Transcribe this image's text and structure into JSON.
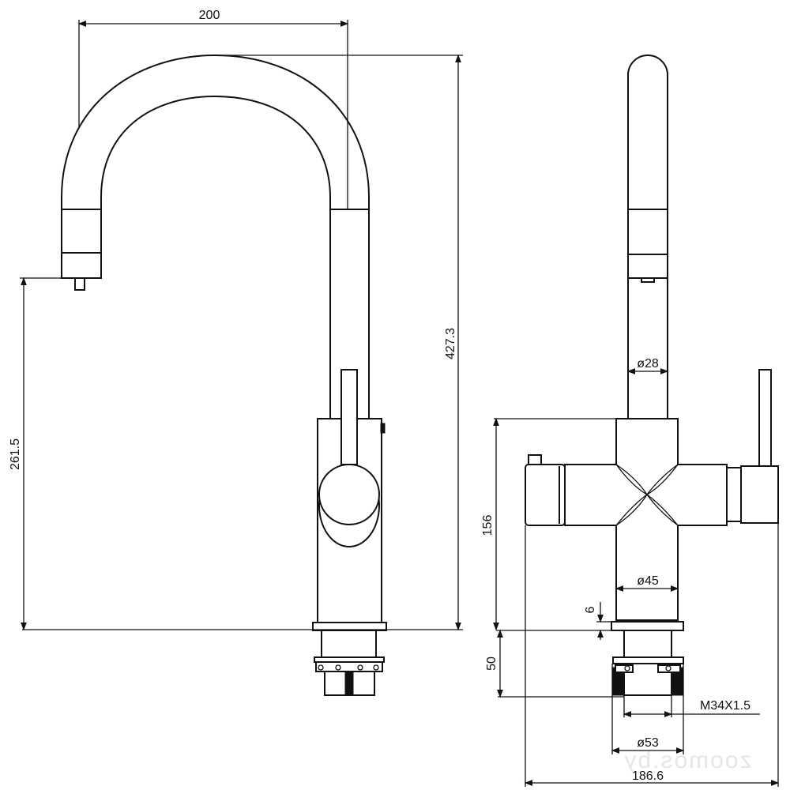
{
  "drawing": {
    "watermark": "zoomos.by",
    "dimensions": {
      "spout_reach": "200",
      "total_height": "427.3",
      "spout_height": "261.5",
      "spout_tube_diameter": "ø28",
      "body_height": "156",
      "body_diameter": "ø45",
      "base_plate_thickness": "6",
      "shank_length": "50",
      "thread": "M34X1.5",
      "base_diameter": "ø53",
      "total_width": "186.6"
    }
  }
}
